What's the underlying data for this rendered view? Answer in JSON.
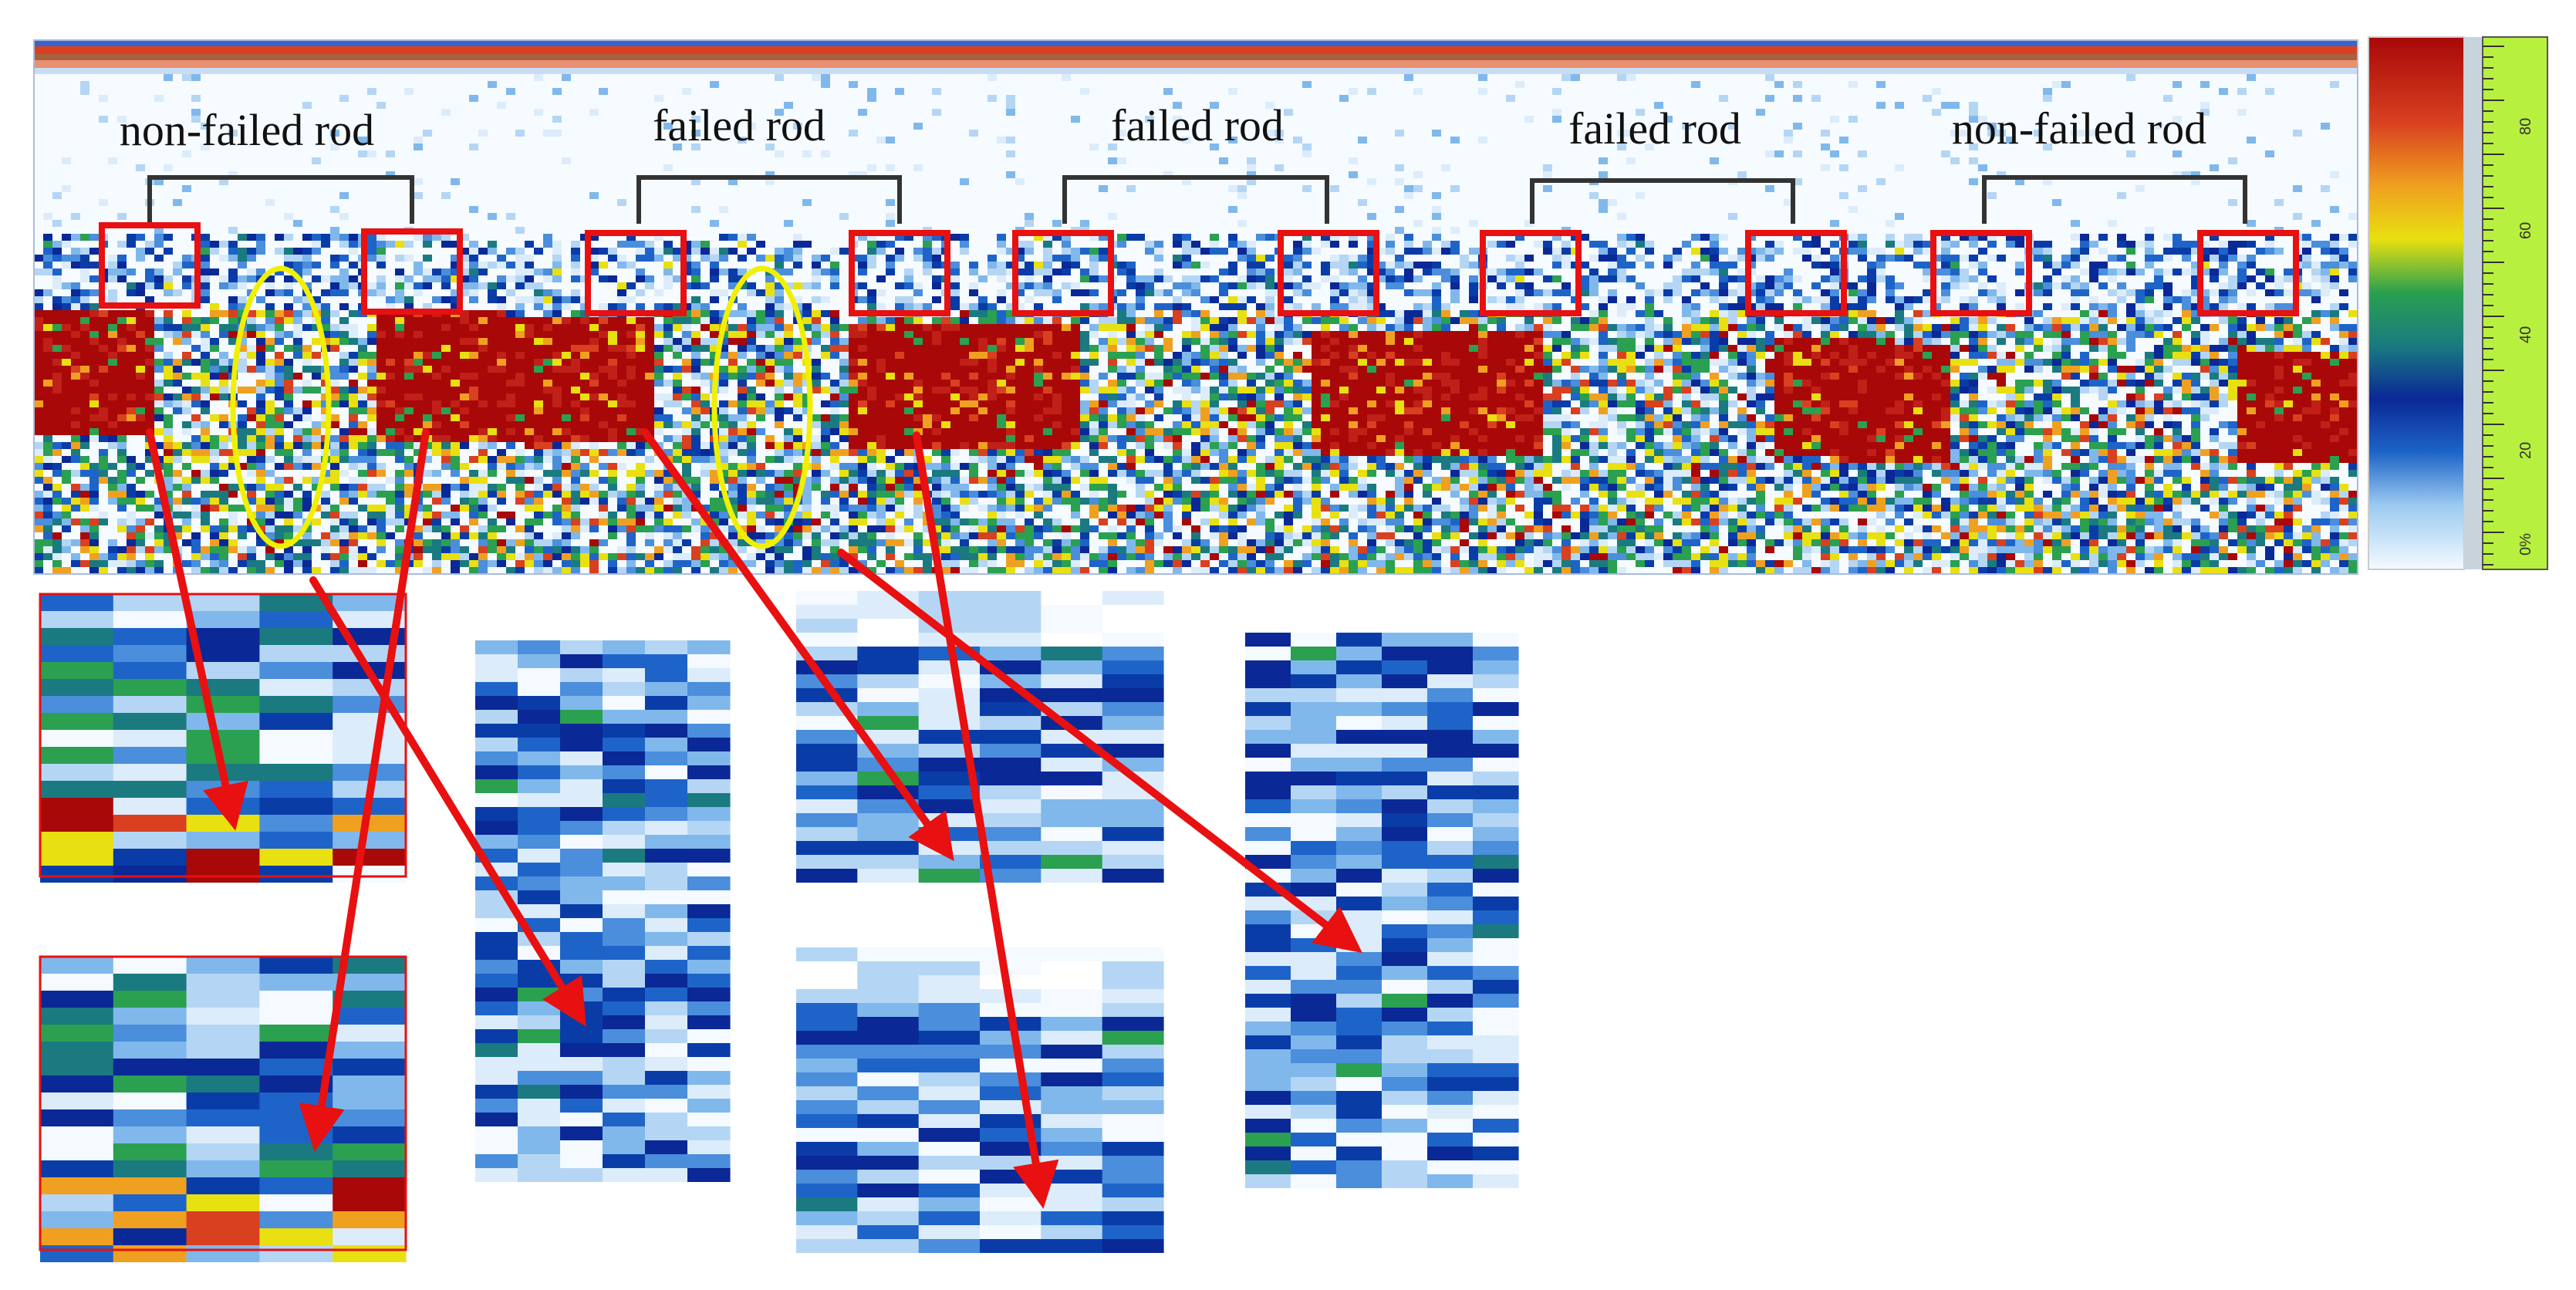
{
  "labels": {
    "rod_groups": [
      {
        "text": "non-failed rod"
      },
      {
        "text": "failed rod"
      },
      {
        "text": "failed rod"
      },
      {
        "text": "failed rod"
      },
      {
        "text": "non-failed rod"
      }
    ]
  },
  "colorbar": {
    "ticks": [
      "0%",
      "20",
      "40",
      "60",
      "80"
    ],
    "gradient": [
      "#f4faff",
      "#9ccaf0",
      "#1e64c8",
      "#0a2896",
      "#1a7a80",
      "#2aa050",
      "#e8e010",
      "#f0a020",
      "#d84020",
      "#a80808"
    ],
    "ruler_color": "#b8f040"
  },
  "colors": {
    "box": "#e81010",
    "ellipse": "#f0f000",
    "arrow": "#e81010",
    "bracket": "#333333"
  }
}
